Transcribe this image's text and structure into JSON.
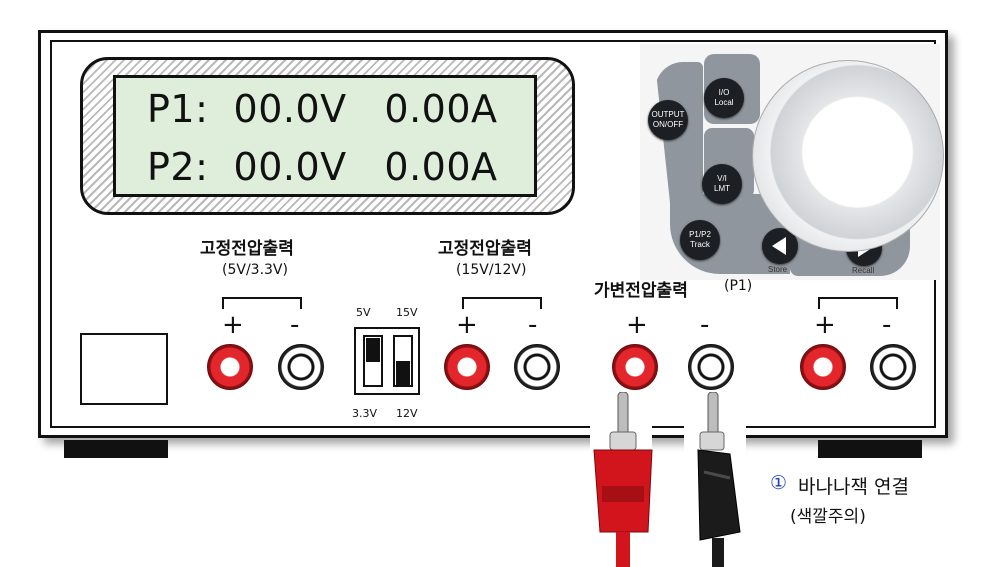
{
  "display": {
    "line1": "P1:  00.0V   0.00A",
    "line2": "P2:  00.0V   0.00A"
  },
  "control_panel": {
    "output_button": {
      "line1": "OUTPUT",
      "line2": "ON/OFF"
    },
    "io_button": {
      "line1": "I/O",
      "line2": "Local"
    },
    "vi_button": {
      "line1": "V/I",
      "line2": "LMT"
    },
    "p1p2_button": {
      "line1": "P1/P2",
      "line2": "Track"
    },
    "store_label": "Store",
    "recall_label": "Recall"
  },
  "outputs": {
    "fixed_low": {
      "title": "고정전압출력",
      "subtitle": "(5V/3.3V)"
    },
    "fixed_high": {
      "title": "고정전압출력",
      "subtitle": "(15V/12V)"
    },
    "variable": {
      "title": "가변전압출력",
      "suffix": "(P1)"
    },
    "plus": "+",
    "minus": "-"
  },
  "selector_switch": {
    "top_left": "5V",
    "top_right": "15V",
    "bottom_left": "3.3V",
    "bottom_right": "12V"
  },
  "annotation": {
    "marker": "①",
    "line1": "바나나잭 연결",
    "line2": "(색깔주의)"
  },
  "colors": {
    "lcd_background": "#dfeedb",
    "jack_red": "#e3262b",
    "panel_gray": "#8f969d",
    "marker_blue": "#1f3fbf"
  },
  "icons": [
    "play-left-icon",
    "play-right-icon",
    "control-knob"
  ]
}
